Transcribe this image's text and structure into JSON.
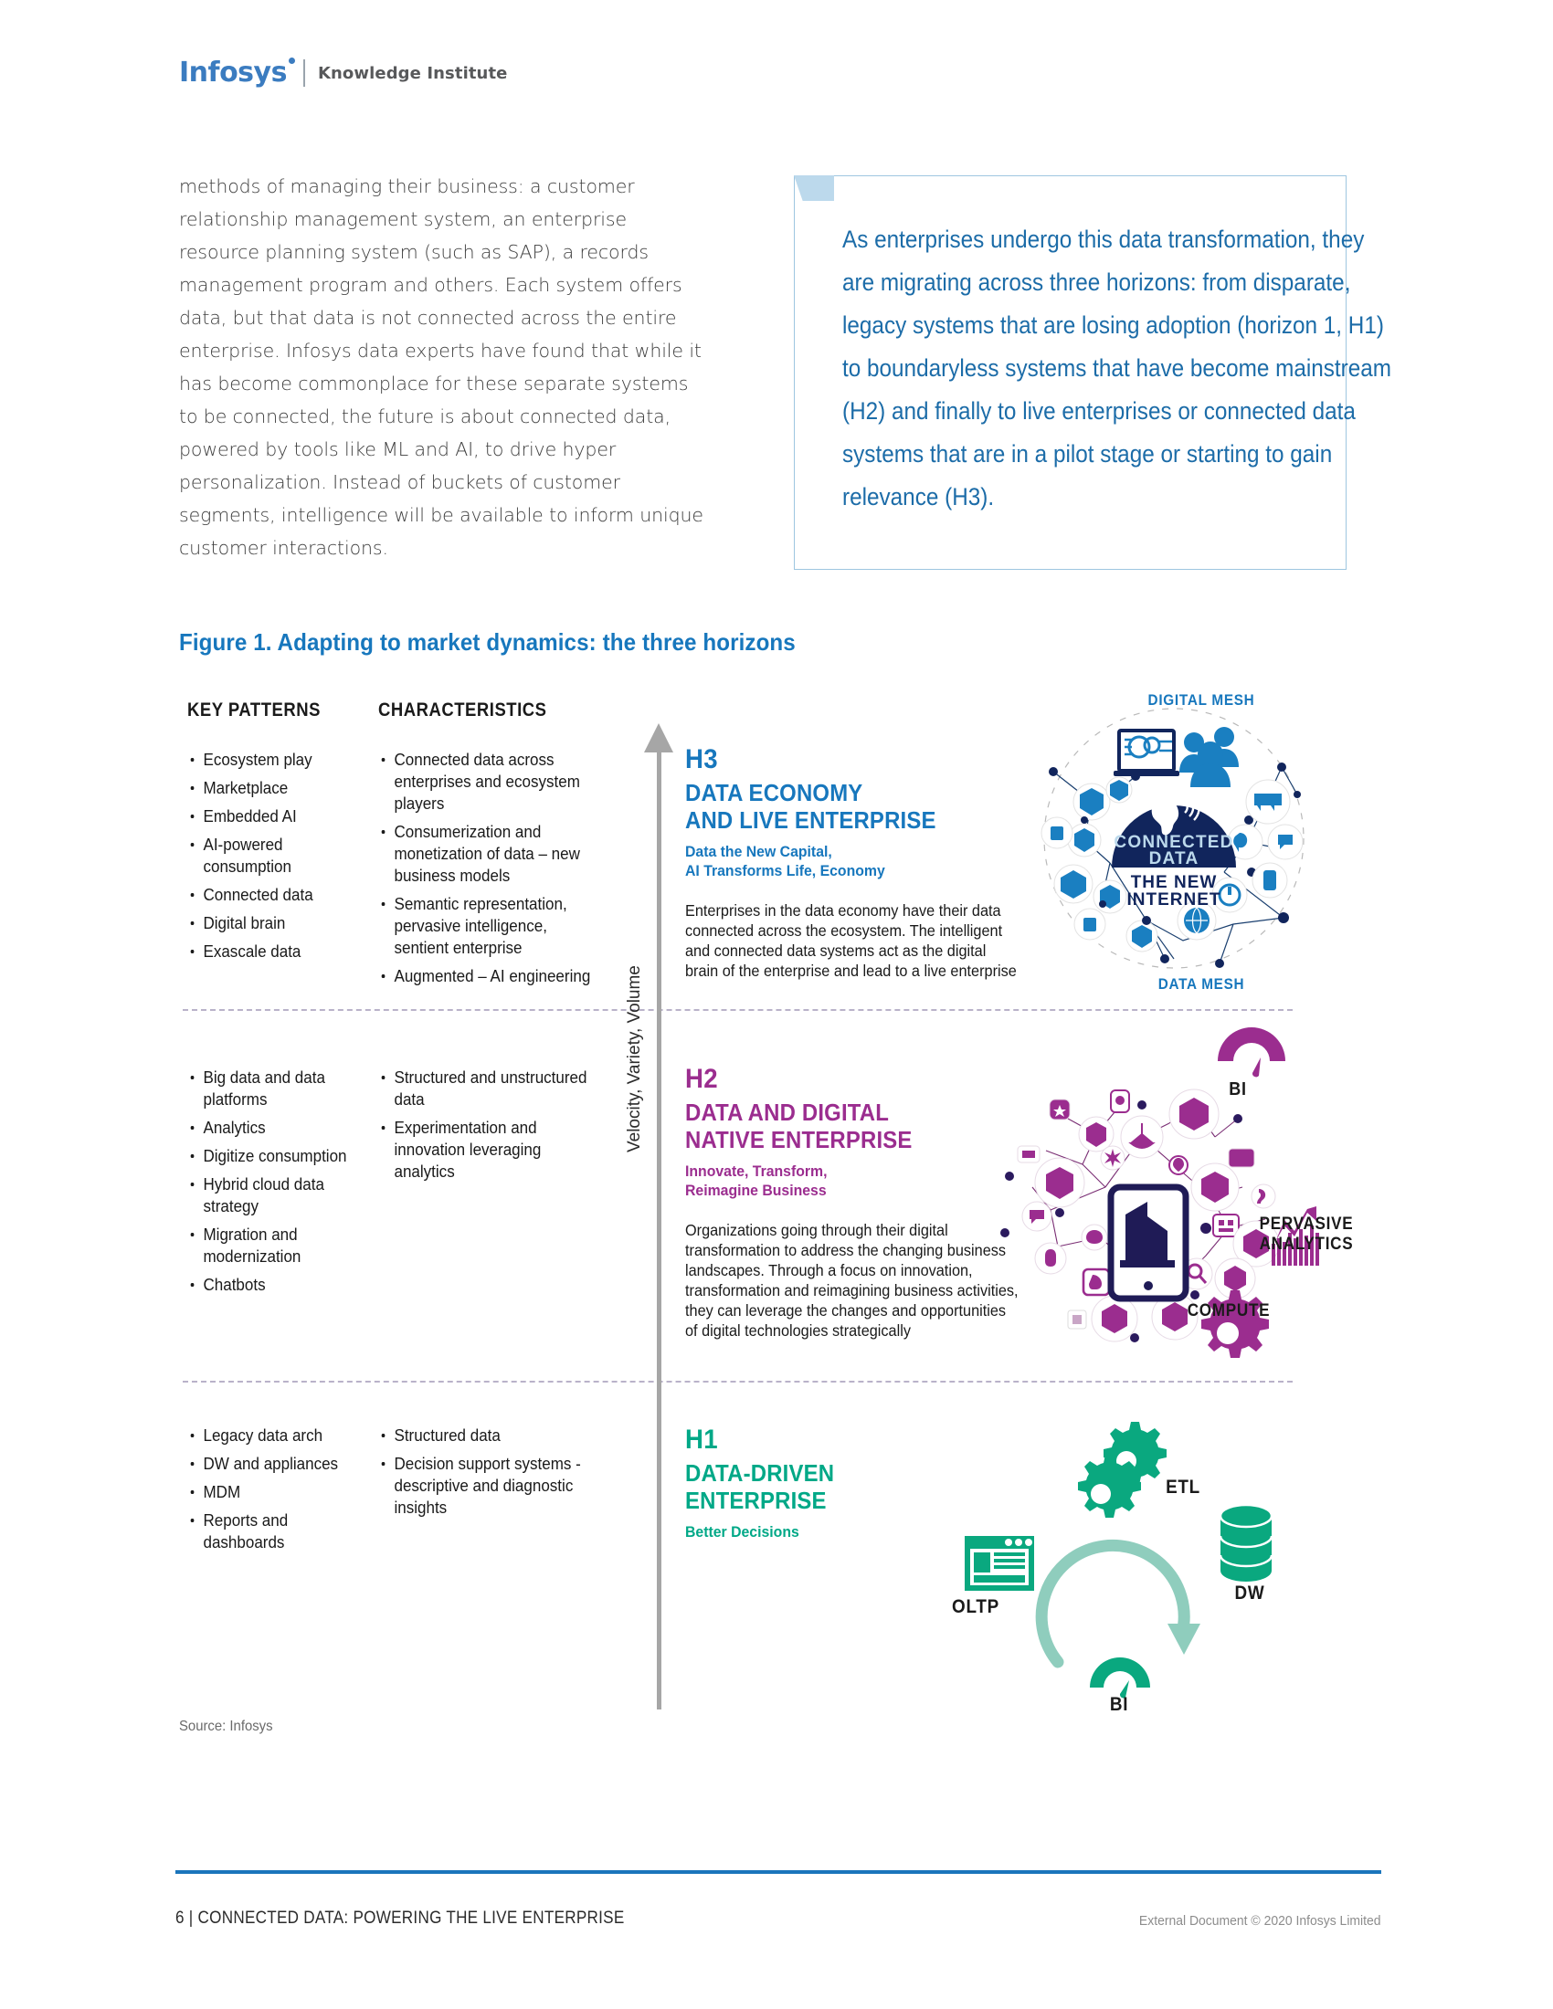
{
  "header": {
    "logo_primary": "Infosys",
    "logo_secondary": "Knowledge Institute"
  },
  "body_copy": "methods of managing their business: a customer relationship management system, an enterprise resource planning system (such as SAP), a records management program and others. Each system offers data, but that data is not connected across the entire enterprise. Infosys data experts have found that while it has become commonplace for these separate systems to be connected, the future is about connected data, powered by tools like ML and AI, to drive hyper personalization. Instead of buckets of customer segments, intelligence will be available to inform unique customer interactions.",
  "callout": {
    "text": "As enterprises undergo this data transformation, they are migrating across three horizons: from disparate, legacy systems that are losing adoption (horizon 1, H1) to boundaryless systems that have become mainstream (H2) and finally to live enterprises or connected data systems that are in a pilot stage or starting to gain relevance (H3)."
  },
  "figure": {
    "title": "Figure 1. Adapting to market dynamics: the three horizons",
    "col_head_key_patterns": "KEY PATTERNS",
    "col_head_characteristics": "CHARACTERISTICS",
    "axis_label": "Velocity, Variety, Volume",
    "source": "Source: Infosys"
  },
  "horizons": [
    {
      "code": "H3",
      "title_line1": "DATA ECONOMY",
      "title_line2": "AND LIVE ENTERPRISE",
      "sub_line1": "Data the New Capital,",
      "sub_line2": "AI Transforms Life, Economy",
      "body": "Enterprises in the data economy have their data connected across the ecosystem. The intelligent and connected data systems act as the digital brain of the enterprise and lead to a live enterprise",
      "color": "#1777bd",
      "key_patterns": [
        "Ecosystem play",
        "Marketplace",
        "Embedded AI",
        "AI-powered consumption",
        "Connected data",
        "Digital brain",
        "Exascale data"
      ],
      "characteristics": [
        "Connected data across enterprises and ecosystem players",
        "Consumerization and monetization of data – new business models",
        "Semantic representation, pervasive intelligence, sentient enterprise",
        "Augmented – AI engineering"
      ],
      "diagram": {
        "top_label": "DIGITAL MESH",
        "bottom_label": "DATA MESH",
        "center_line1": "CONNECTED",
        "center_line2": "DATA",
        "center_line3": "THE NEW",
        "center_line4": "INTERNET"
      }
    },
    {
      "code": "H2",
      "title_line1": "DATA AND DIGITAL",
      "title_line2": "NATIVE ENTERPRISE",
      "sub_line1": "Innovate, Transform,",
      "sub_line2": "Reimagine Business",
      "body": "Organizations going through their digital transformation to address the changing business landscapes. Through a focus on innovation, transformation and reimagining business activities, they can leverage the changes and opportunities of digital technologies strategically",
      "color": "#9b2d8f",
      "key_patterns": [
        "Big data and data platforms",
        "Analytics",
        "Digitize consumption",
        "Hybrid cloud data strategy",
        "Migration and modernization",
        "Chatbots"
      ],
      "characteristics": [
        "Structured and unstructured data",
        "Experimentation and innovation leveraging analytics"
      ],
      "diagram": {
        "label_bi": "BI",
        "label_analytics_line1": "PERVASIVE",
        "label_analytics_line2": "ANALYTICS",
        "label_compute": "COMPUTE"
      }
    },
    {
      "code": "H1",
      "title_line1": "DATA-DRIVEN",
      "title_line2": "ENTERPRISE",
      "sub_line1": "Better Decisions",
      "sub_line2": "",
      "body": "",
      "color": "#00a887",
      "key_patterns": [
        "Legacy data arch",
        "DW and appliances",
        "MDM",
        "Reports and dashboards"
      ],
      "characteristics": [
        "Structured data",
        "Decision support systems - descriptive and diagnostic insights"
      ],
      "diagram": {
        "label_etl": "ETL",
        "label_oltp": "OLTP",
        "label_dw": "DW",
        "label_bi": "BI"
      }
    }
  ],
  "footer": {
    "left": "6 | CONNECTED DATA: POWERING THE LIVE ENTERPRISE",
    "right": "External Document © 2020 Infosys Limited"
  },
  "colors": {
    "blue": "#1777bd",
    "purple": "#9b2d8f",
    "teal": "#00a887",
    "navy": "#11255c",
    "rule": "#1b75bb"
  }
}
